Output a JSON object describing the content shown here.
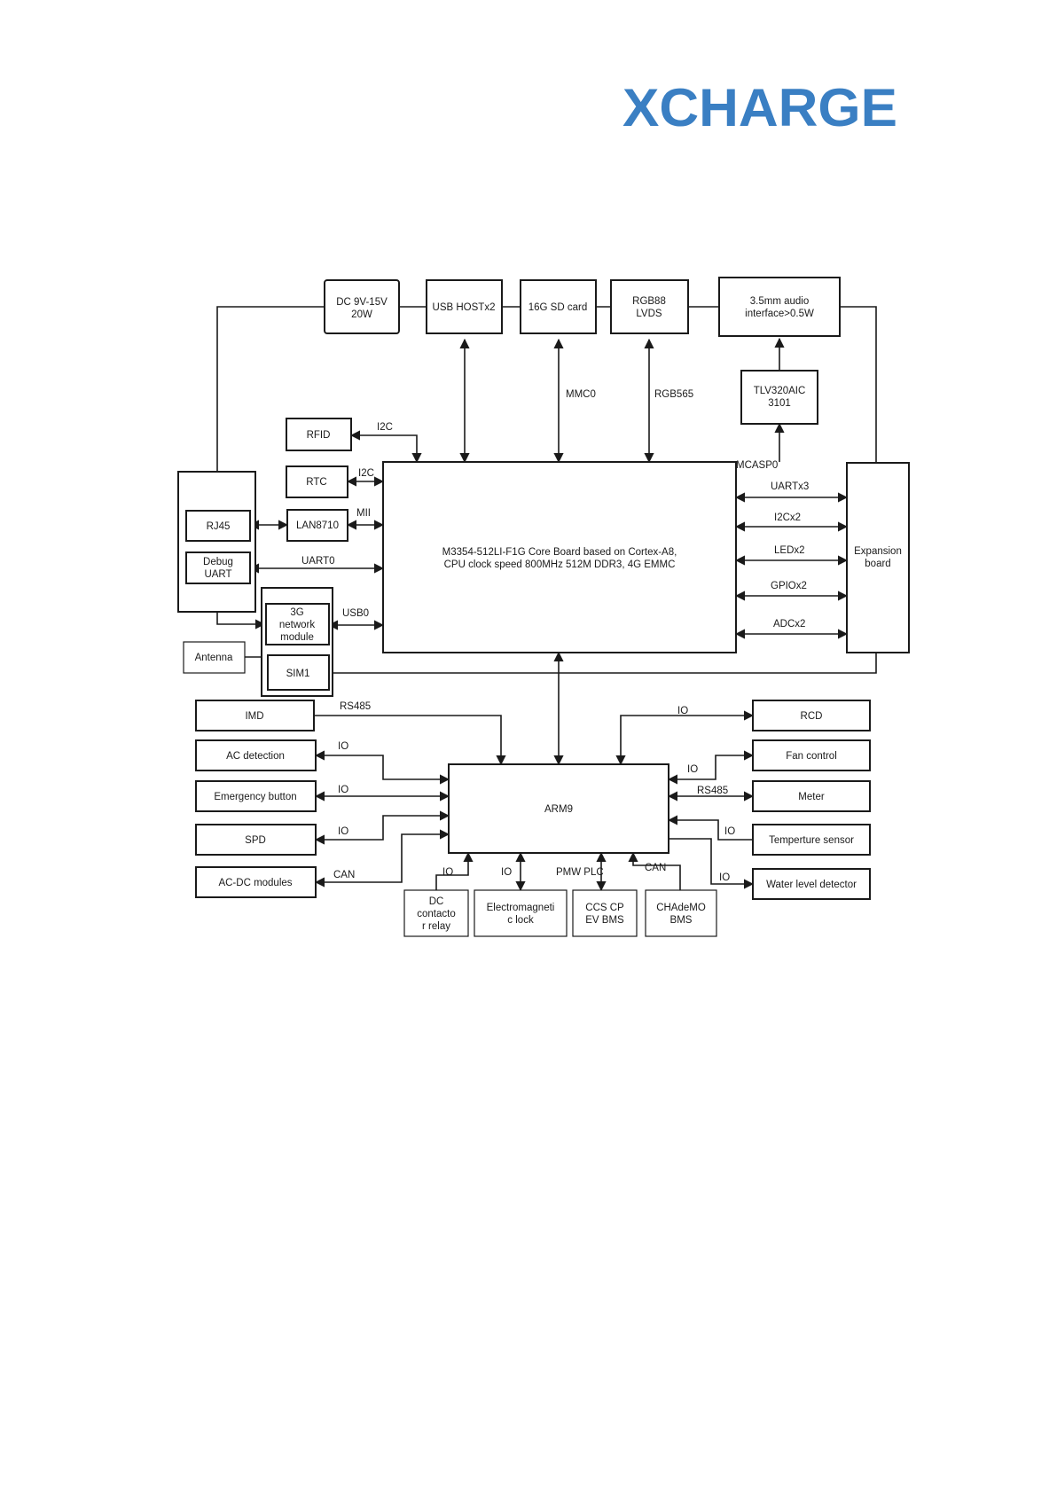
{
  "brand": {
    "logo_text": "XCHARGE",
    "color": "#3a7fc3"
  },
  "diagram": {
    "boxes": {
      "dc_power": [
        "DC 9V-15V",
        "20W"
      ],
      "usb_host": [
        "USB HOSTx2"
      ],
      "sd_card": [
        "16G SD card"
      ],
      "rgb_lvds": [
        "RGB88",
        "LVDS"
      ],
      "audio": [
        "3.5mm audio",
        "interface>0.5W"
      ],
      "tlv": [
        "TLV320AIC",
        "3101"
      ],
      "rfid": [
        "RFID"
      ],
      "rtc": [
        "RTC"
      ],
      "rj45": [
        "RJ45"
      ],
      "lan": [
        "LAN8710"
      ],
      "debug_uart": [
        "Debug",
        "UART"
      ],
      "network_module": [
        "3G",
        "network",
        "module"
      ],
      "antenna": [
        "Antenna"
      ],
      "sim": [
        "SIM1"
      ],
      "core_board": [
        "M3354-512LI-F1G Core Board based on Cortex-A8,",
        "CPU clock speed 800MHz 512M DDR3, 4G EMMC"
      ],
      "expansion": [
        "Expansion",
        "board"
      ],
      "imd": [
        "IMD"
      ],
      "ac_detection": [
        "AC detection"
      ],
      "emergency": [
        "Emergency button"
      ],
      "spd": [
        "SPD"
      ],
      "acdc": [
        "AC-DC modules"
      ],
      "arm9": [
        "ARM9"
      ],
      "rcd": [
        "RCD"
      ],
      "fan": [
        "Fan control"
      ],
      "meter": [
        "Meter"
      ],
      "temp": [
        "Temperture sensor"
      ],
      "water": [
        "Water level detector"
      ],
      "dc_relay": [
        "DC",
        "contacto",
        "r relay"
      ],
      "lock": [
        "Electromagneti",
        "c lock"
      ],
      "ccs": [
        "CCS CP",
        "EV BMS"
      ],
      "chademo": [
        "CHAdeMO",
        "BMS"
      ]
    },
    "labels": {
      "mmc0": "MMC0",
      "rgb565": "RGB565",
      "mcasp0": "MCASP0",
      "i2c_rfid": "I2C",
      "i2c_rtc": "I2C",
      "mii": "MII",
      "uart0": "UART0",
      "usb0": "USB0",
      "uartx3": "UARTx3",
      "i2cx2": "I2Cx2",
      "ledx2": "LEDx2",
      "gpiox2": "GPIOx2",
      "adcx2": "ADCx2",
      "rs485_imd": "RS485",
      "io_ac": "IO",
      "io_emergency": "IO",
      "io_spd": "IO",
      "can_acdc": "CAN",
      "io_rcd": "IO",
      "io_fan": "IO",
      "rs485_meter": "RS485",
      "io_temp": "IO",
      "io_water": "IO",
      "io_relay": "IO",
      "io_lock": "IO",
      "pwm_plc": "PMW PLC",
      "can_chademo": "CAN"
    }
  }
}
